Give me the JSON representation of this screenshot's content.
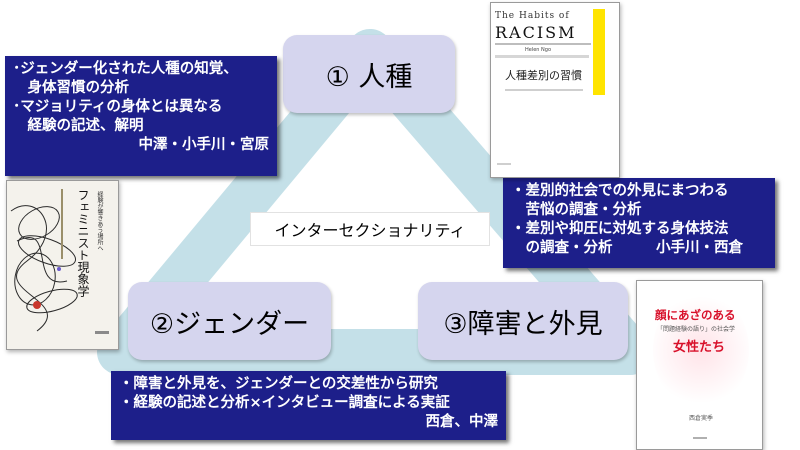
{
  "center_label": "インターセクショナリティ",
  "nodes": {
    "race": "① 人種",
    "gender": "②ジェンダー",
    "disability": "③障害と外見"
  },
  "notes": {
    "race": {
      "lines": [
        "･ジェンダー化された人種の知覚、",
        "　身体習慣の分析",
        "･マジョリティの身体とは異なる",
        "　経験の記述、解明"
      ],
      "authors": "中澤・小手川・宮原"
    },
    "disability": {
      "lines": [
        "・差別的社会での外見にまつわる",
        "　苦悩の調査・分析",
        "・差別や抑圧に対処する身体技法",
        "　の調査・分析　　　小手川・西倉"
      ]
    },
    "gender": {
      "lines": [
        "・障害と外見を、ジェンダーとの交差性から研究",
        "・経験の記述と分析×インタビュー調査による実証"
      ],
      "authors": "西倉、中澤"
    }
  },
  "books": {
    "habits": {
      "title_line1": "The Habits of",
      "title_line2": "RACISM",
      "author": "Helen Ngo",
      "jp_title": "人種差別の習慣"
    },
    "feminist": {
      "title": "フェミニスト現象学",
      "subtitle": "経験が響きあう場所へ"
    },
    "face": {
      "title": "顔にあざのある",
      "subtitle": "「問題経験の語り」の社会学",
      "main": "女性たち",
      "author": "西倉実季"
    }
  },
  "colors": {
    "triangle": "#c4e0e8",
    "node_fill": "#d5d5ee",
    "note_fill": "#1d1f8a",
    "book_accent_yellow": "#ffe400",
    "book_accent_red": "#d8102a"
  }
}
